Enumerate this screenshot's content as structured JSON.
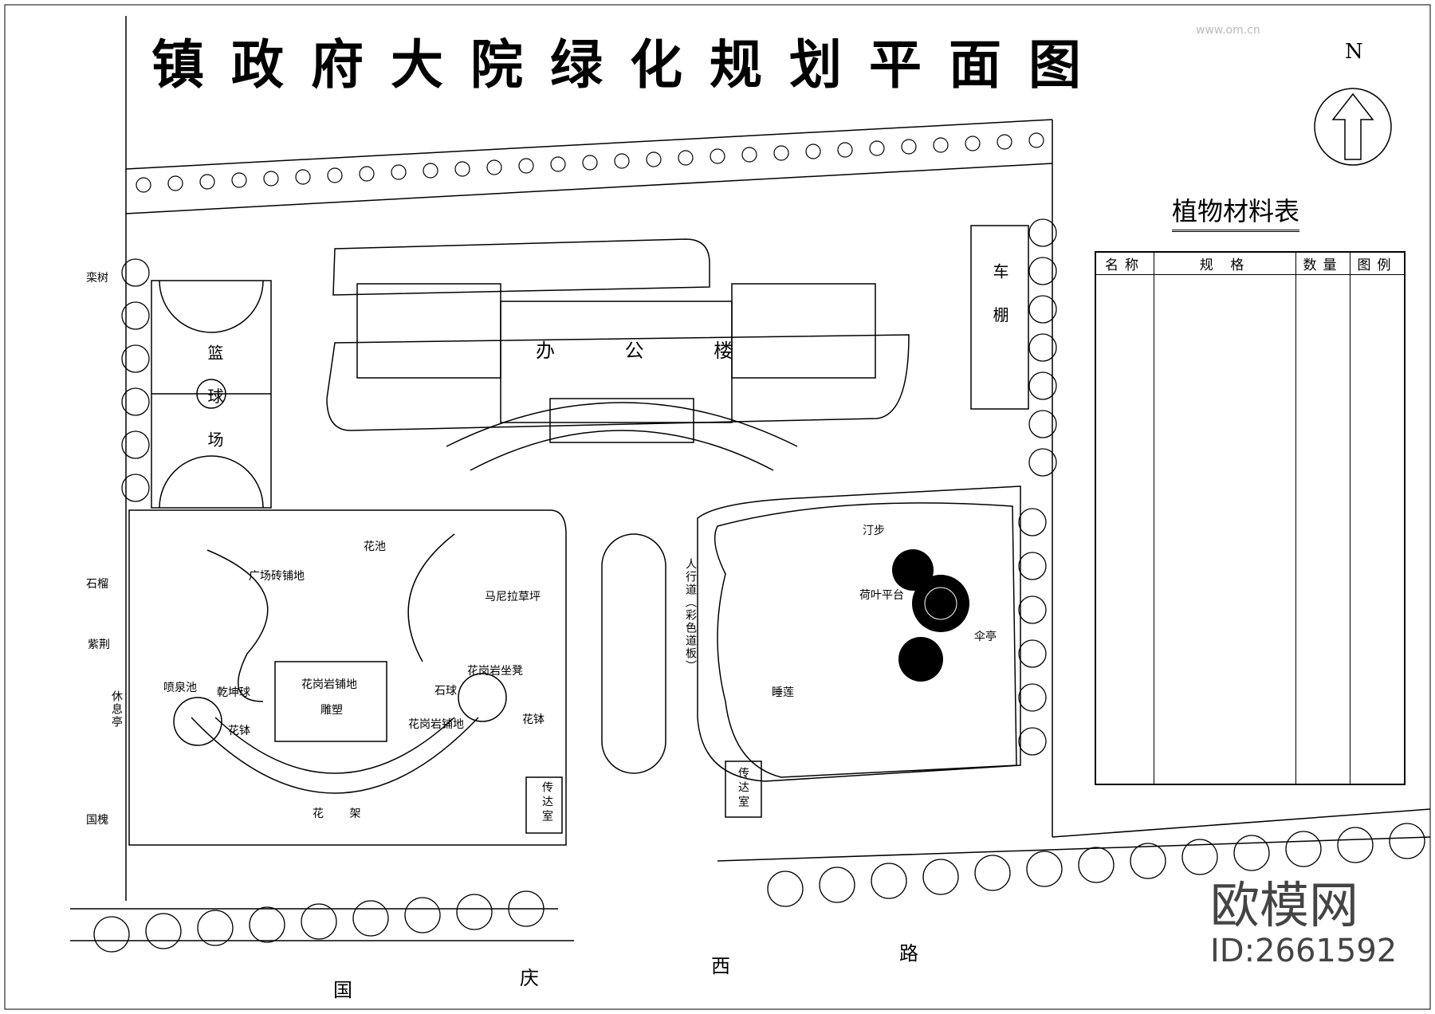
{
  "title": "镇政府大院绿化规划平面图",
  "north": "N",
  "table": {
    "title": "植物材料表",
    "headers": [
      "名称",
      "规 格",
      "数量",
      "图例"
    ]
  },
  "buildings": {
    "office": "办 公 楼",
    "bike_shed": "车 棚",
    "guard_left": "传达室",
    "guard_right": "传达室",
    "court": "篮 球 场"
  },
  "labels": {
    "chinaberry": "栾树",
    "pomegranate": "石榴",
    "redbud": "紫荆",
    "rest_pavilion": "休息亭",
    "scholar_tree": "国槐",
    "plaza_paving": "广场砖铺地",
    "flower_pool": "花池",
    "manila_grass": "马尼拉草坪",
    "fountain": "喷泉池",
    "qiankun_ball": "乾坤球",
    "flower_bowl_1": "花钵",
    "paving_granite": "花岗岩铺地",
    "stone_ball": "石球",
    "granite_bench": "花岗岩坐凳",
    "granite_paving2": "花岗岩铺地",
    "flower_bowl_2": "花钵",
    "pergola": "花 架",
    "sidewalk": "人行道（彩色道板）",
    "steps": "汀步",
    "lotus_platform": "荷叶平台",
    "umbrella_pavilion": "伞亭",
    "water_lily": "睡莲",
    "sculpture": "雕塑"
  },
  "road": [
    "国",
    "庆",
    "西",
    "路"
  ],
  "watermark": {
    "brand": "欧模网",
    "url": "www.om.cn",
    "id": "ID:2661592"
  }
}
